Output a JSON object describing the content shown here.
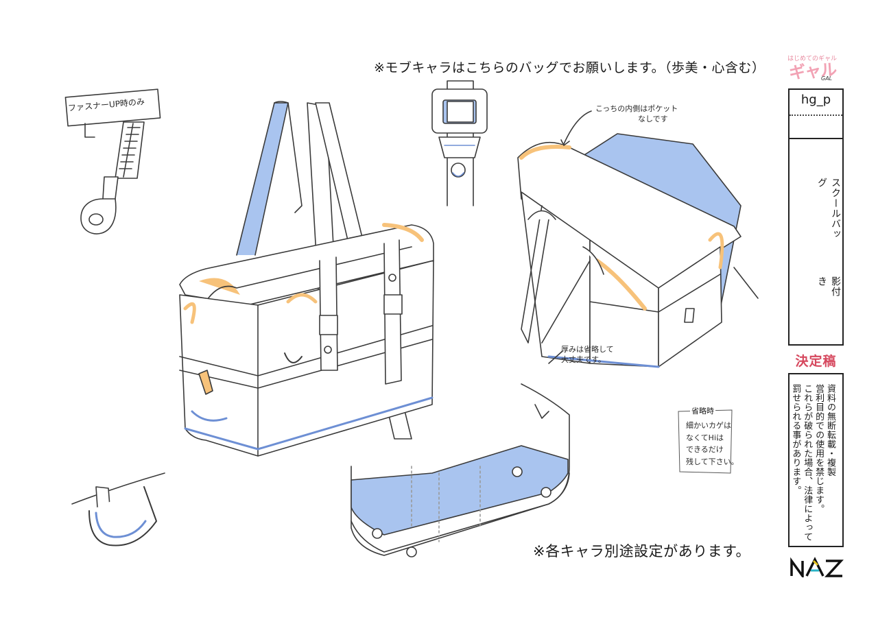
{
  "notes": {
    "top": "※モブキャラはこちらのバッグでお願いします。（歩美・心含む）",
    "bottom": "※各キャラ別途設定があります。"
  },
  "annotations": {
    "zipper_tag": "ファスナーUP時のみ",
    "inner_pocket_line1": "こっちの内側はポケット",
    "inner_pocket_line2": "なしです",
    "thickness_line1": "厚みは省略して",
    "thickness_line2": "大丈夫です。",
    "omit_title": "省略時",
    "omit_line1": "細かいカゲは",
    "omit_line2": "なくてHiは",
    "omit_line3": "できるだけ",
    "omit_line4": "残して下さい。"
  },
  "sheet": {
    "logo_sub": "はじめてのギャル",
    "logo_text": "ギャル",
    "logo_gal": "GAL",
    "code": "hg_p",
    "item_name": "スクールバッグ",
    "variant": "影付き",
    "status": "決定稿",
    "legal_1": "資料の無断転載・複製",
    "legal_2": "営利目的での使用を禁じます。",
    "legal_3": "これらが破られた場合、法律によって",
    "legal_4": "罰せられる事があります。",
    "studio": "NAZ"
  },
  "colors": {
    "shadow_blue": "#a9c4ef",
    "highlight_orange": "#f7c27a",
    "status_red": "#d6485e",
    "line": "#3a3a3a"
  }
}
